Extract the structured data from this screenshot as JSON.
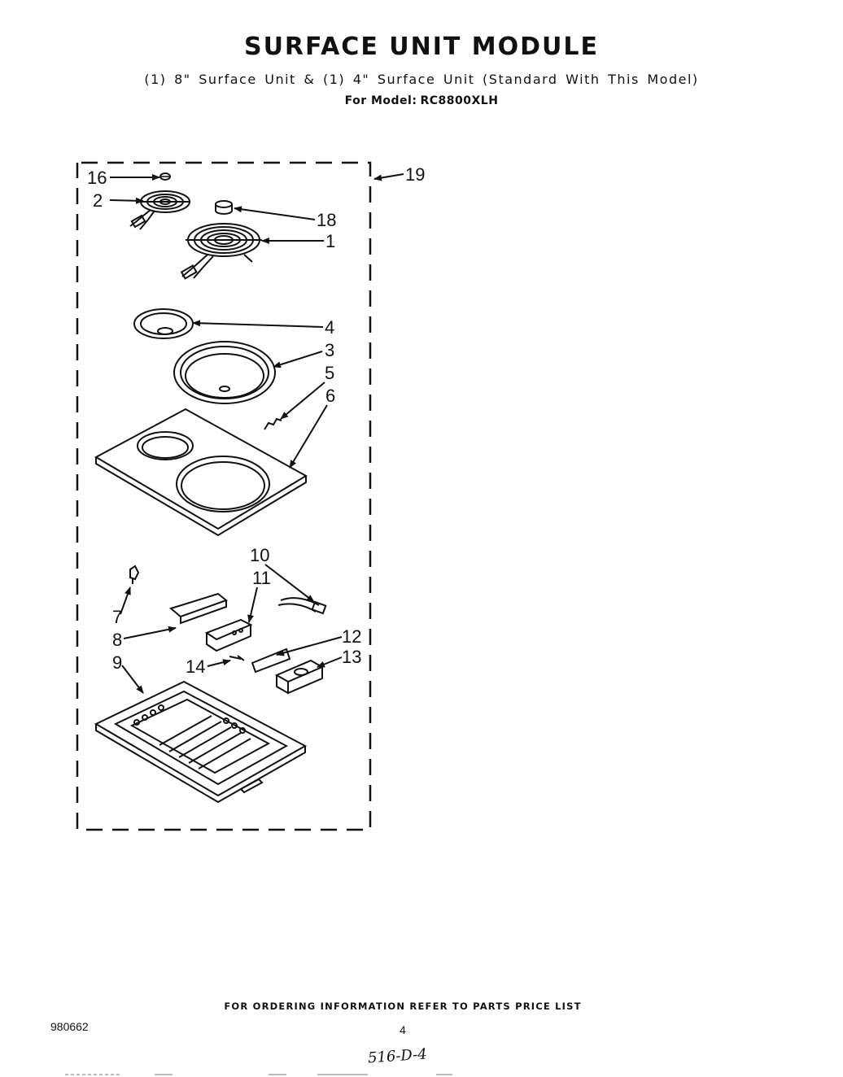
{
  "page": {
    "title": "SURFACE UNIT MODULE",
    "subtitle": "(1) 8\" Surface Unit & (1) 4\" Surface Unit (Standard With This Model)",
    "model_label": "For Model:",
    "model_value": "RC8800XLH",
    "footer": "FOR ORDERING INFORMATION REFER TO PARTS PRICE LIST",
    "doc_number": "980662",
    "page_number": "4",
    "handwritten_note": "516-D-4"
  },
  "callouts": {
    "c1": "1",
    "c2": "2",
    "c3": "3",
    "c4": "4",
    "c5": "5",
    "c6": "6",
    "c7": "7",
    "c8": "8",
    "c9": "9",
    "c10": "10",
    "c11": "11",
    "c12": "12",
    "c13": "13",
    "c14": "14",
    "c16": "16",
    "c18": "18",
    "c19": "19"
  }
}
